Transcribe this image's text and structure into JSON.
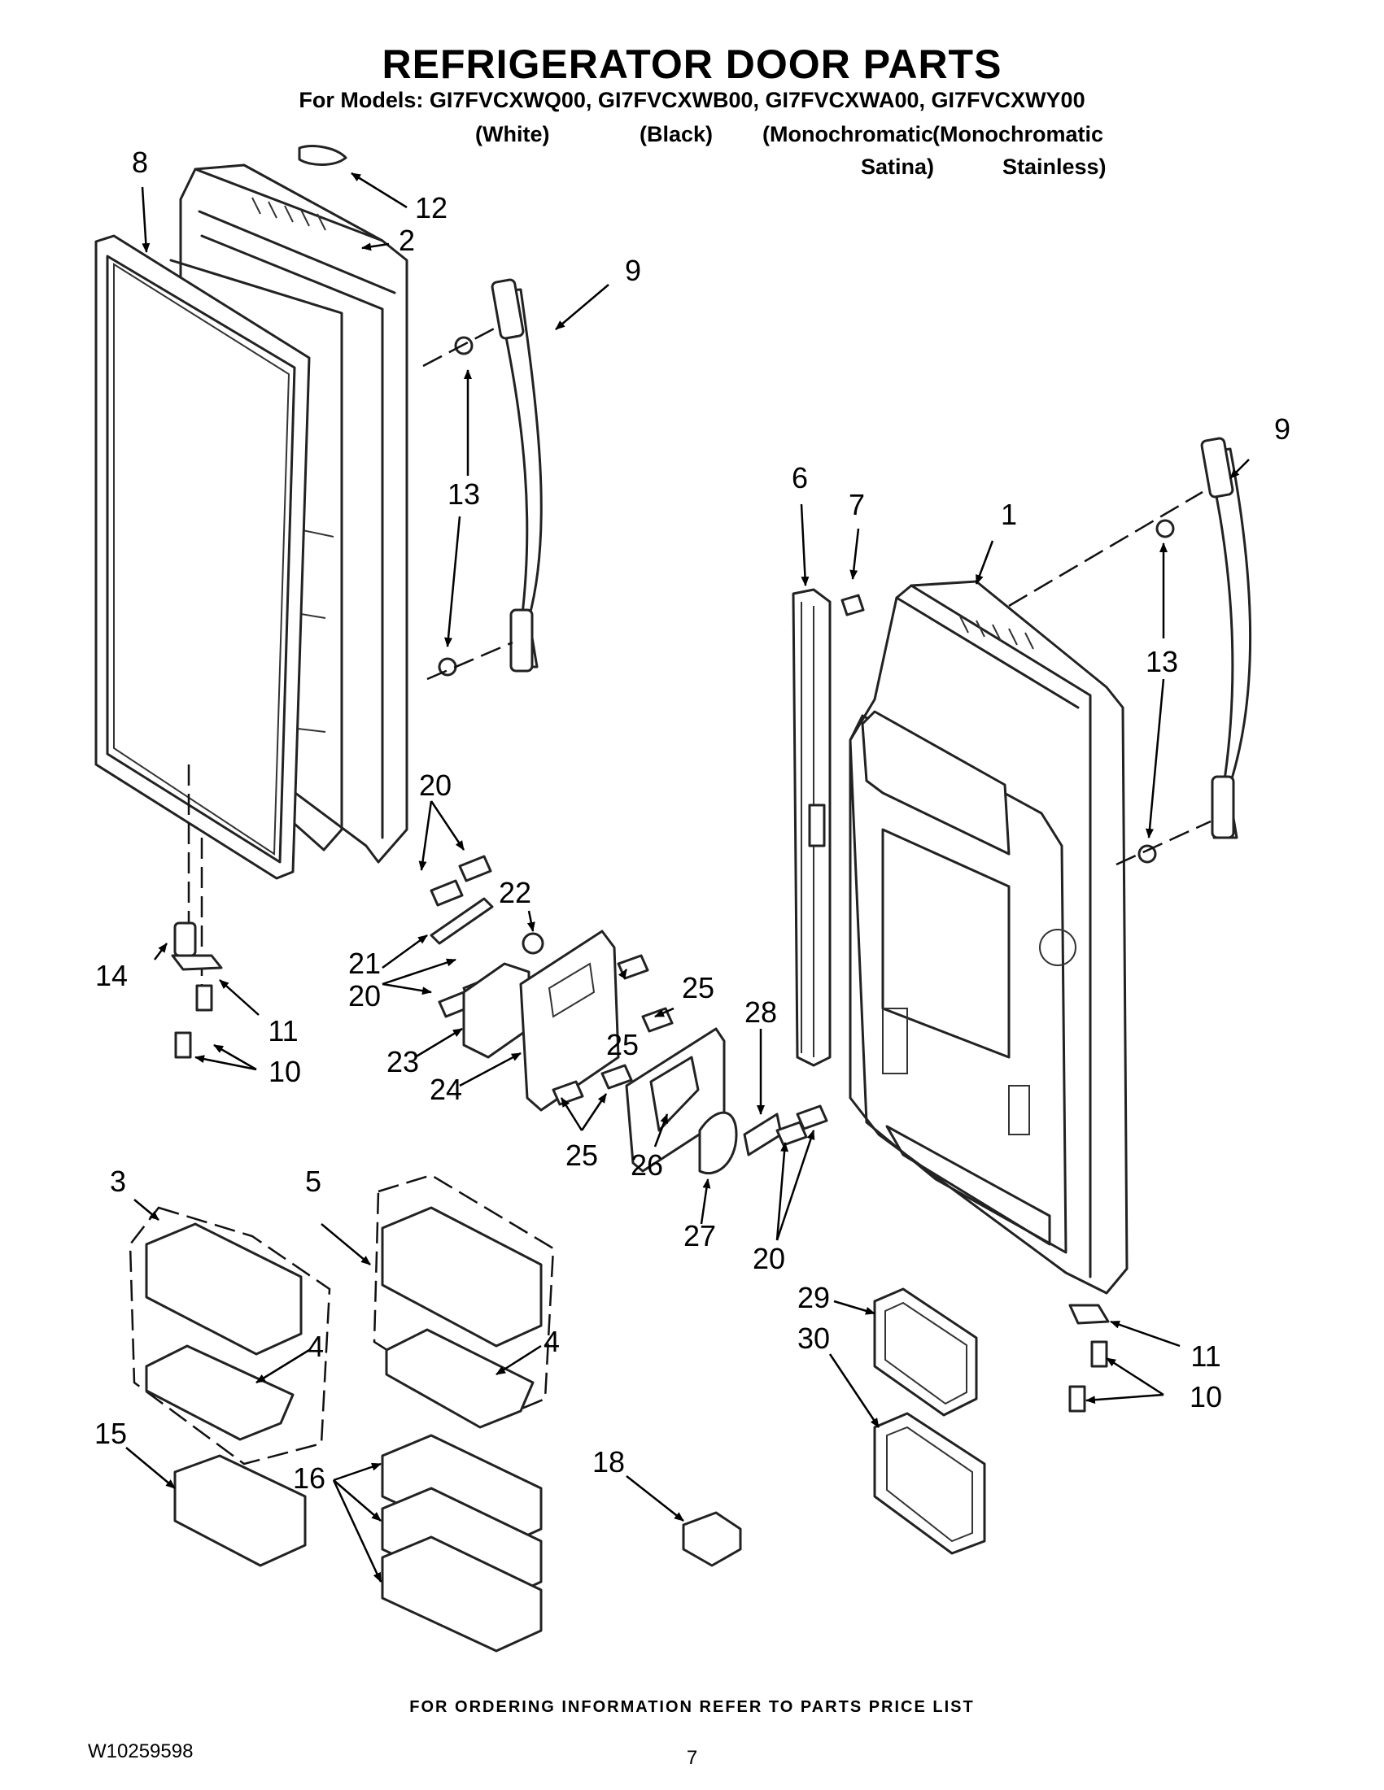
{
  "header": {
    "title": "REFRIGERATOR DOOR PARTS",
    "models": "For Models: GI7FVCXWQ00, GI7FVCXWB00, GI7FVCXWA00, GI7FVCXWY00",
    "variants": {
      "white": "(White)",
      "black": "(Black)",
      "mono_satina_1": "(Monochromatic",
      "mono_satina_2": "Satina)",
      "mono_stainless_1": "(Monochromatic",
      "mono_stainless_2": "Stainless)"
    }
  },
  "callouts": {
    "c1": "1",
    "c2": "2",
    "c3": "3",
    "c4a": "4",
    "c4b": "4",
    "c5": "5",
    "c6": "6",
    "c7": "7",
    "c8": "8",
    "c9a": "9",
    "c9b": "9",
    "c10a": "10",
    "c10b": "10",
    "c11a": "11",
    "c11b": "11",
    "c12": "12",
    "c13a": "13",
    "c13b": "13",
    "c14": "14",
    "c15": "15",
    "c16": "16",
    "c18": "18",
    "c20a": "20",
    "c20b": "20",
    "c20c": "20",
    "c21": "21",
    "c22": "22",
    "c23": "23",
    "c24": "24",
    "c25a": "25",
    "c25b": "25",
    "c25c": "25",
    "c26": "26",
    "c27": "27",
    "c28": "28",
    "c29": "29",
    "c30": "30"
  },
  "footer": {
    "ordering": "FOR ORDERING INFORMATION REFER TO PARTS PRICE LIST",
    "doc_number": "W10259598",
    "page": "7"
  }
}
